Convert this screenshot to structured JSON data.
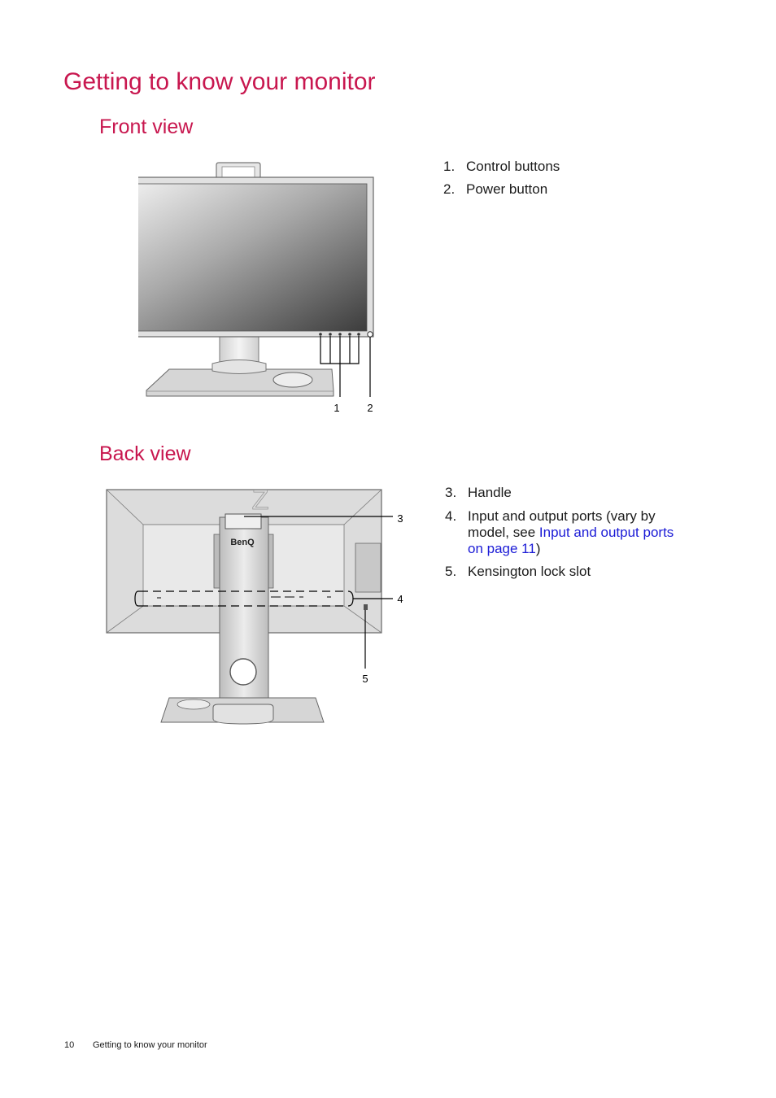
{
  "page": {
    "title": "Getting to know your monitor"
  },
  "front_view": {
    "heading": "Front view",
    "items": [
      {
        "number": "1.",
        "text": "Control buttons"
      },
      {
        "number": "2.",
        "text": "Power button"
      }
    ],
    "callouts": [
      "1",
      "2"
    ]
  },
  "back_view": {
    "heading": "Back view",
    "items": [
      {
        "number": "3.",
        "text": "Handle"
      },
      {
        "number": "4.",
        "text_before": "Input and output ports (vary by model, see ",
        "link": "Input and output ports on page 11",
        "text_after": ")"
      },
      {
        "number": "5.",
        "text": "Kensington lock slot"
      }
    ],
    "callouts": [
      "3",
      "4",
      "5"
    ],
    "logo": "BenQ"
  },
  "footer": {
    "page_number": "10",
    "section": "Getting to know your monitor"
  },
  "colors": {
    "heading": "#c8174f",
    "link": "#1b1bd6"
  }
}
